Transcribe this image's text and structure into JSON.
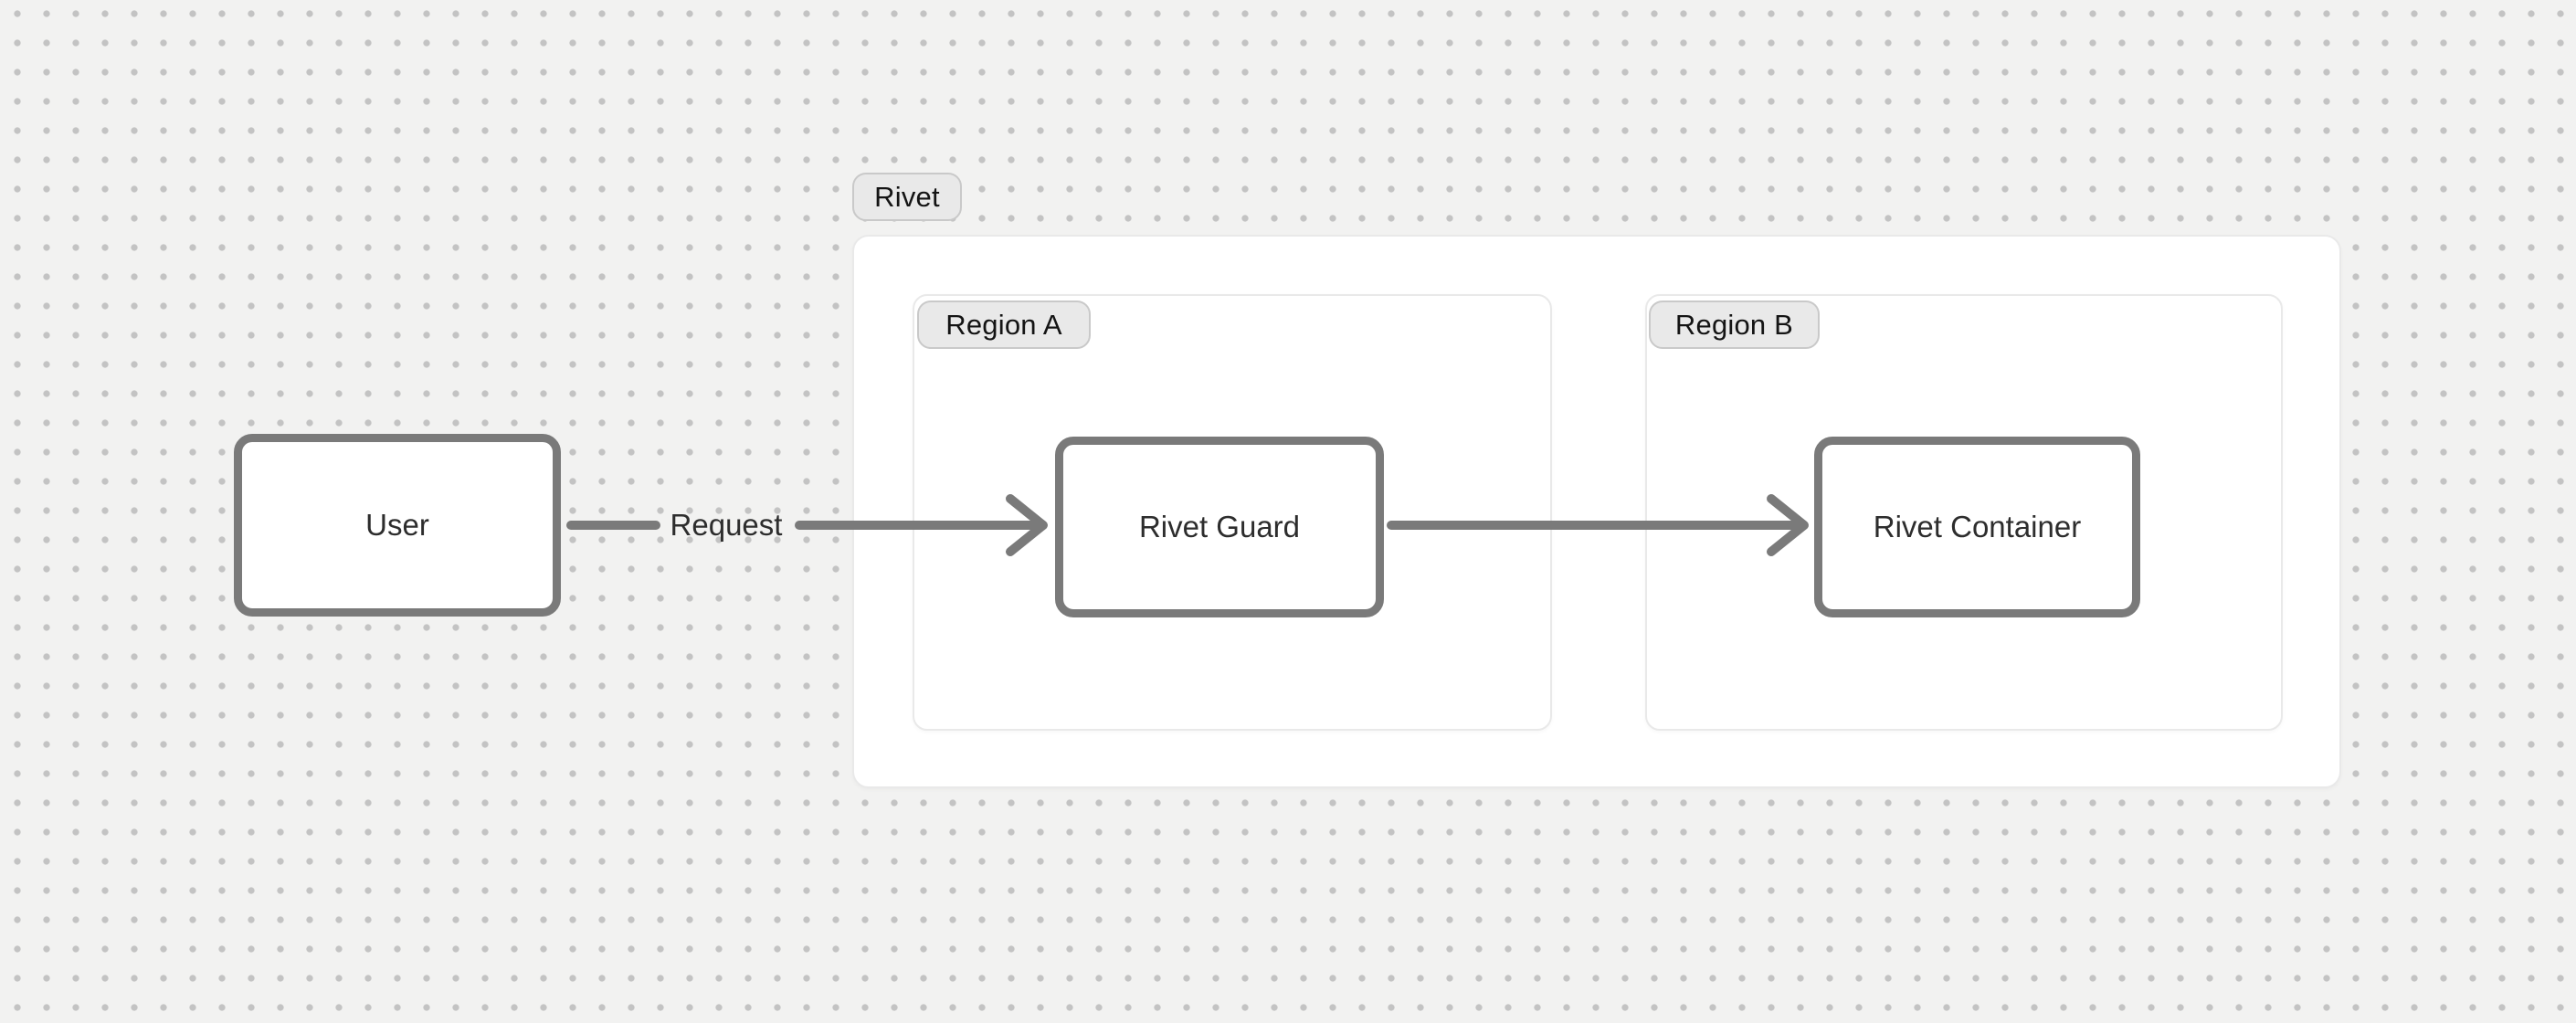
{
  "diagram": {
    "nodes": {
      "user": {
        "label": "User"
      },
      "rivet_guard": {
        "label": "Rivet Guard"
      },
      "rivet_container": {
        "label": "Rivet Container"
      }
    },
    "groups": {
      "rivet": {
        "label": "Rivet"
      },
      "region_a": {
        "label": "Region A"
      },
      "region_b": {
        "label": "Region B"
      }
    },
    "edges": {
      "user_to_guard": {
        "label": "Request"
      },
      "guard_to_container": {
        "label": ""
      }
    }
  },
  "colors": {
    "canvas_bg": "#f2f2f1",
    "dot": "#c3c3c3",
    "node_border": "#7a7a7a",
    "node_bg": "#ffffff",
    "node_text": "#2d2d2d",
    "pill_bg": "#e9e9e9",
    "pill_border": "#c9c9c9",
    "pill_text": "#141414",
    "container_bg": "#ffffff",
    "container_border": "#e9e9e9",
    "arrow": "#7a7a7a",
    "edge_label_text": "#2d2d2d"
  }
}
